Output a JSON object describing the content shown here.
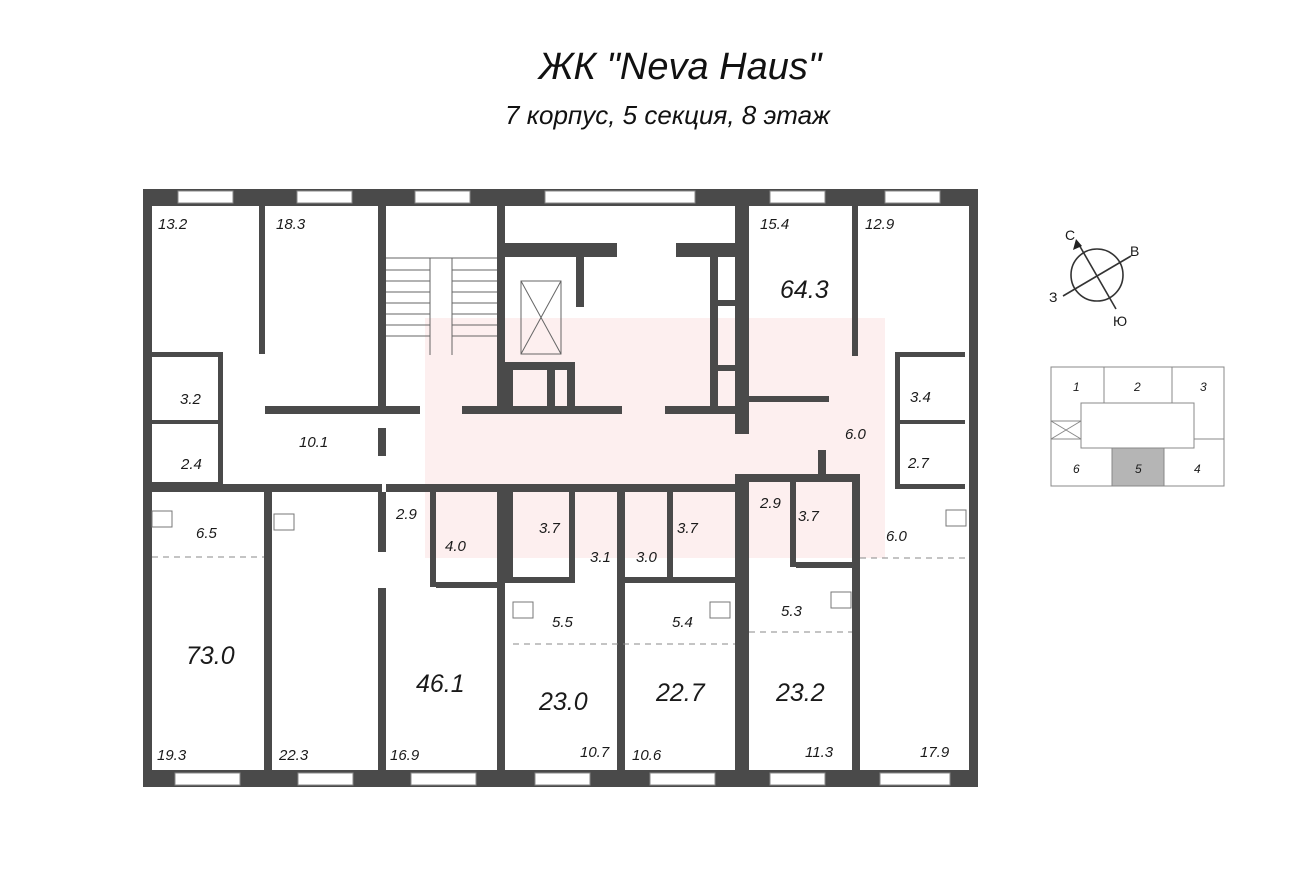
{
  "header": {
    "title": "ЖК \"Neva Haus\"",
    "subtitle": "7 корпус, 5 секция, 8 этаж"
  },
  "colors": {
    "wall": "#4a4a4a",
    "watermark": "#f3dada",
    "highlight_section": "#b5b5b5"
  },
  "apartments": [
    {
      "id": "apt-left-top",
      "total": "",
      "rooms": [
        "13.2",
        "18.3",
        "3.2",
        "2.4",
        "10.1"
      ]
    },
    {
      "id": "apt-73",
      "total": "73.0",
      "rooms": [
        "6.5",
        "19.3",
        "22.3"
      ]
    },
    {
      "id": "apt-46",
      "total": "46.1",
      "rooms": [
        "2.9",
        "4.0",
        "16.9"
      ]
    },
    {
      "id": "apt-23-0",
      "total": "23.0",
      "rooms": [
        "3.7",
        "3.1",
        "5.5",
        "10.7"
      ]
    },
    {
      "id": "apt-22-7",
      "total": "22.7",
      "rooms": [
        "3.7",
        "3.0",
        "5.4",
        "10.6"
      ]
    },
    {
      "id": "apt-23-2",
      "total": "23.2",
      "rooms": [
        "2.9",
        "3.7",
        "5.3",
        "11.3"
      ]
    },
    {
      "id": "apt-64",
      "total": "64.3",
      "rooms": [
        "15.4",
        "12.9",
        "3.4",
        "2.7",
        "6.0",
        "6.0",
        "17.9"
      ]
    }
  ],
  "labels": {
    "r13_2": "13.2",
    "r18_3": "18.3",
    "r3_2": "3.2",
    "r2_4": "2.4",
    "r10_1": "10.1",
    "r15_4": "15.4",
    "r12_9": "12.9",
    "t64_3": "64.3",
    "r3_4": "3.4",
    "r6_0a": "6.0",
    "r2_7": "2.7",
    "r6_5": "6.5",
    "t73_0": "73.0",
    "r19_3": "19.3",
    "r22_3": "22.3",
    "r2_9a": "2.9",
    "r4_0": "4.0",
    "t46_1": "46.1",
    "r16_9": "16.9",
    "r3_7a": "3.7",
    "r3_1": "3.1",
    "r5_5": "5.5",
    "t23_0": "23.0",
    "r10_7": "10.7",
    "r3_0": "3.0",
    "r3_7b": "3.7",
    "r5_4": "5.4",
    "t22_7": "22.7",
    "r10_6": "10.6",
    "r2_9b": "2.9",
    "r3_7c": "3.7",
    "r5_3": "5.3",
    "t23_2": "23.2",
    "r11_3": "11.3",
    "r6_0b": "6.0",
    "r17_9": "17.9"
  },
  "compass": {
    "north": "С",
    "east": "В",
    "south": "Ю",
    "west": "З"
  },
  "key_plan": {
    "sections": [
      "1",
      "2",
      "3",
      "4",
      "5",
      "6"
    ],
    "highlighted": "5"
  }
}
